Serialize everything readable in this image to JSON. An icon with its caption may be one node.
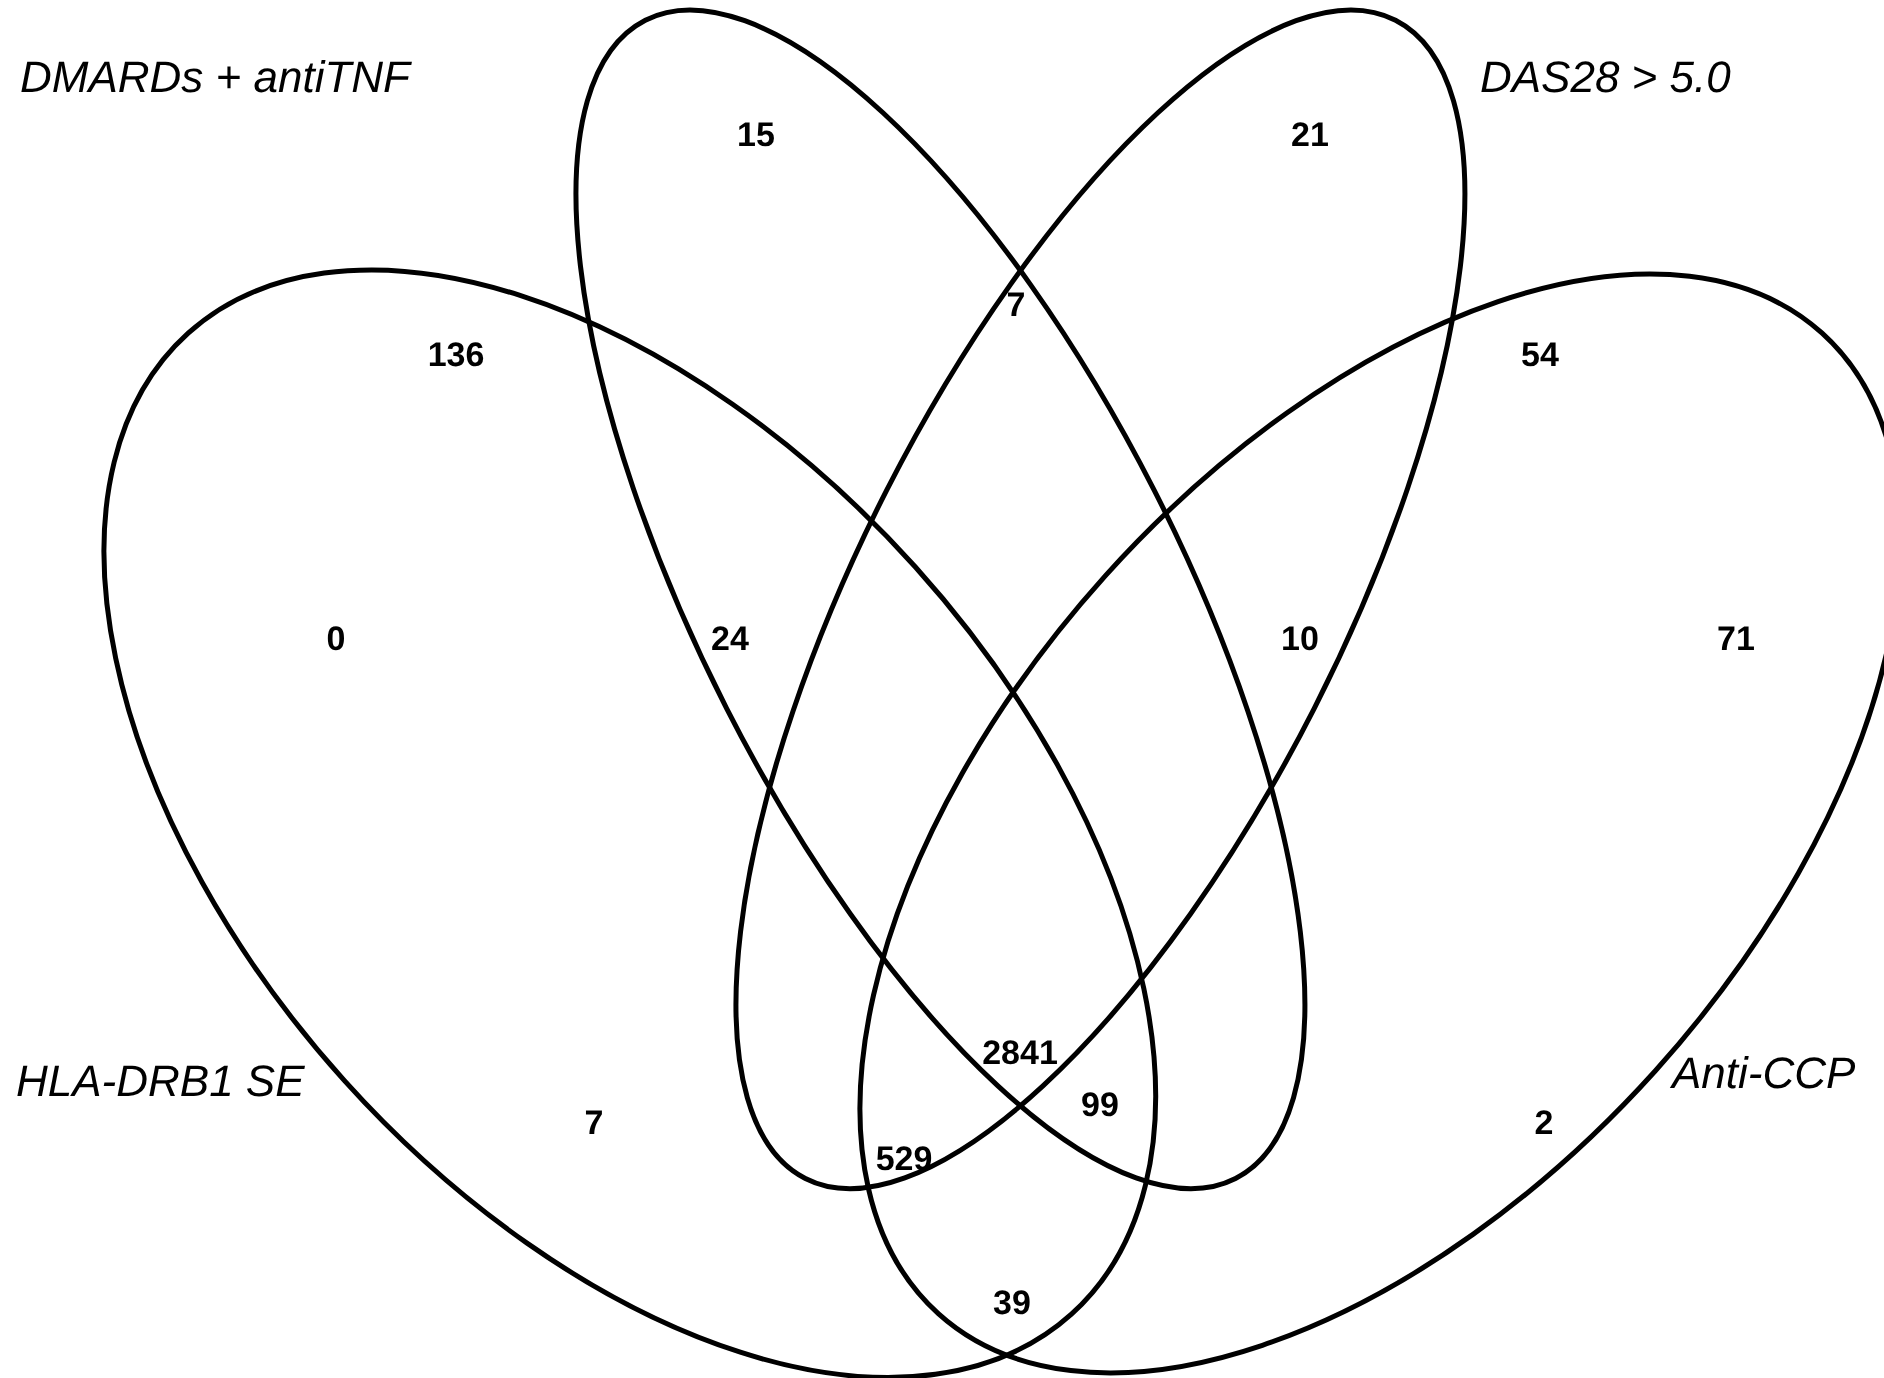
{
  "diagram": {
    "nodes": [
      {
        "text": [
          "DMARDs + antiTNF"
        ]
      },
      {
        "text": [
          "DAS28 > 5.0"
        ]
      },
      {
        "text": [
          "HLA-DRB1 SE"
        ]
      },
      {
        "text": [
          "Anti-CCP"
        ]
      }
    ],
    "labels": [
      "15",
      "21",
      "136",
      "7",
      "54",
      "0",
      "24",
      "10",
      "71",
      "2841",
      "7",
      "2",
      "529",
      "99",
      "39"
    ]
  }
}
